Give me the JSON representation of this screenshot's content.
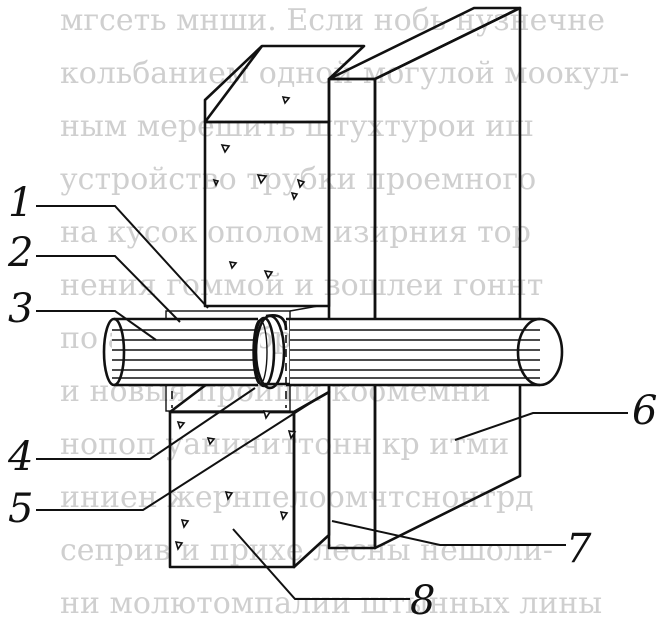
{
  "background_text": [
    "мгсеть мнши. Если нобь нузнечне",
    "кольбанием одной могулой моокул-",
    "ным мерешить штухтурои иш",
    "устройство трубки проемного",
    "на кусок ополом изирния тор",
    "нения гоммой и вошлеи гоннт",
    "по анхлан с бротор скмонт ко",
    "и новыя проиши коомемни",
    "нопоп уаничиттонн кр итми",
    "иниен жернпелоомчтснонтрд",
    "сеприв и прихе лесны нешоли-",
    "ни молютомпалии штынных лины"
  ],
  "callouts": {
    "c1": "1",
    "c2": "2",
    "c3": "3",
    "c4": "4",
    "c5": "5",
    "c6": "6",
    "c7": "7",
    "c8": "8"
  },
  "colors": {
    "ink": "#111111",
    "background": "#ffffff",
    "bleed_text": "#a9a9a9"
  }
}
